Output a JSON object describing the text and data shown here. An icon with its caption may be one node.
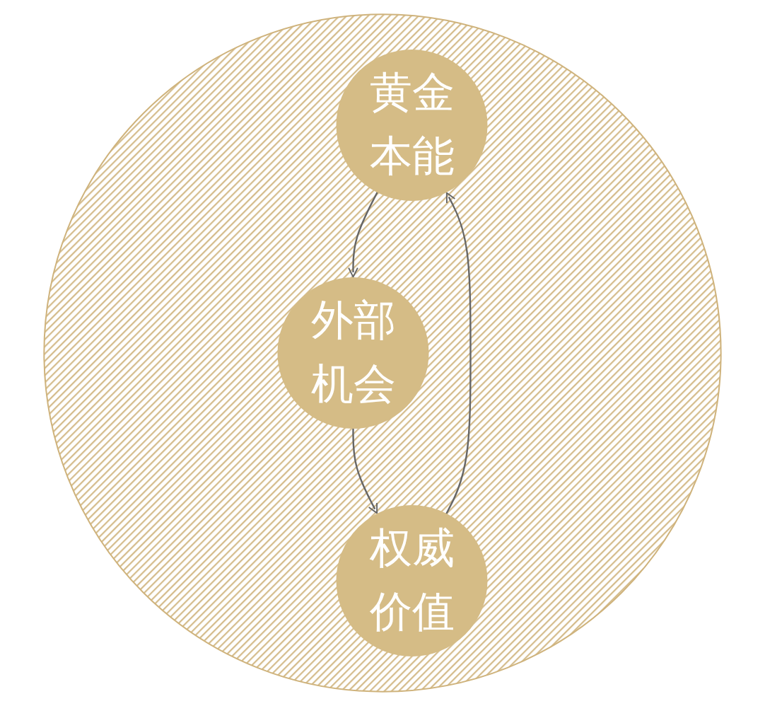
{
  "diagram": {
    "nodes": [
      {
        "text": [],
        "shape": "circle"
      },
      {
        "text": [
          "黄金本能"
        ],
        "in": 0
      },
      {
        "text": [
          "外部机会"
        ],
        "in": 0
      },
      {
        "text": [
          "权威价值"
        ],
        "in": 0
      }
    ],
    "edges": [
      {
        "from": 1,
        "to": 2,
        "arrow": "to"
      },
      {
        "from": 2,
        "to": 3,
        "arrow": "to"
      },
      {
        "from": 3,
        "to": 1,
        "arrow": "to"
      }
    ]
  }
}
